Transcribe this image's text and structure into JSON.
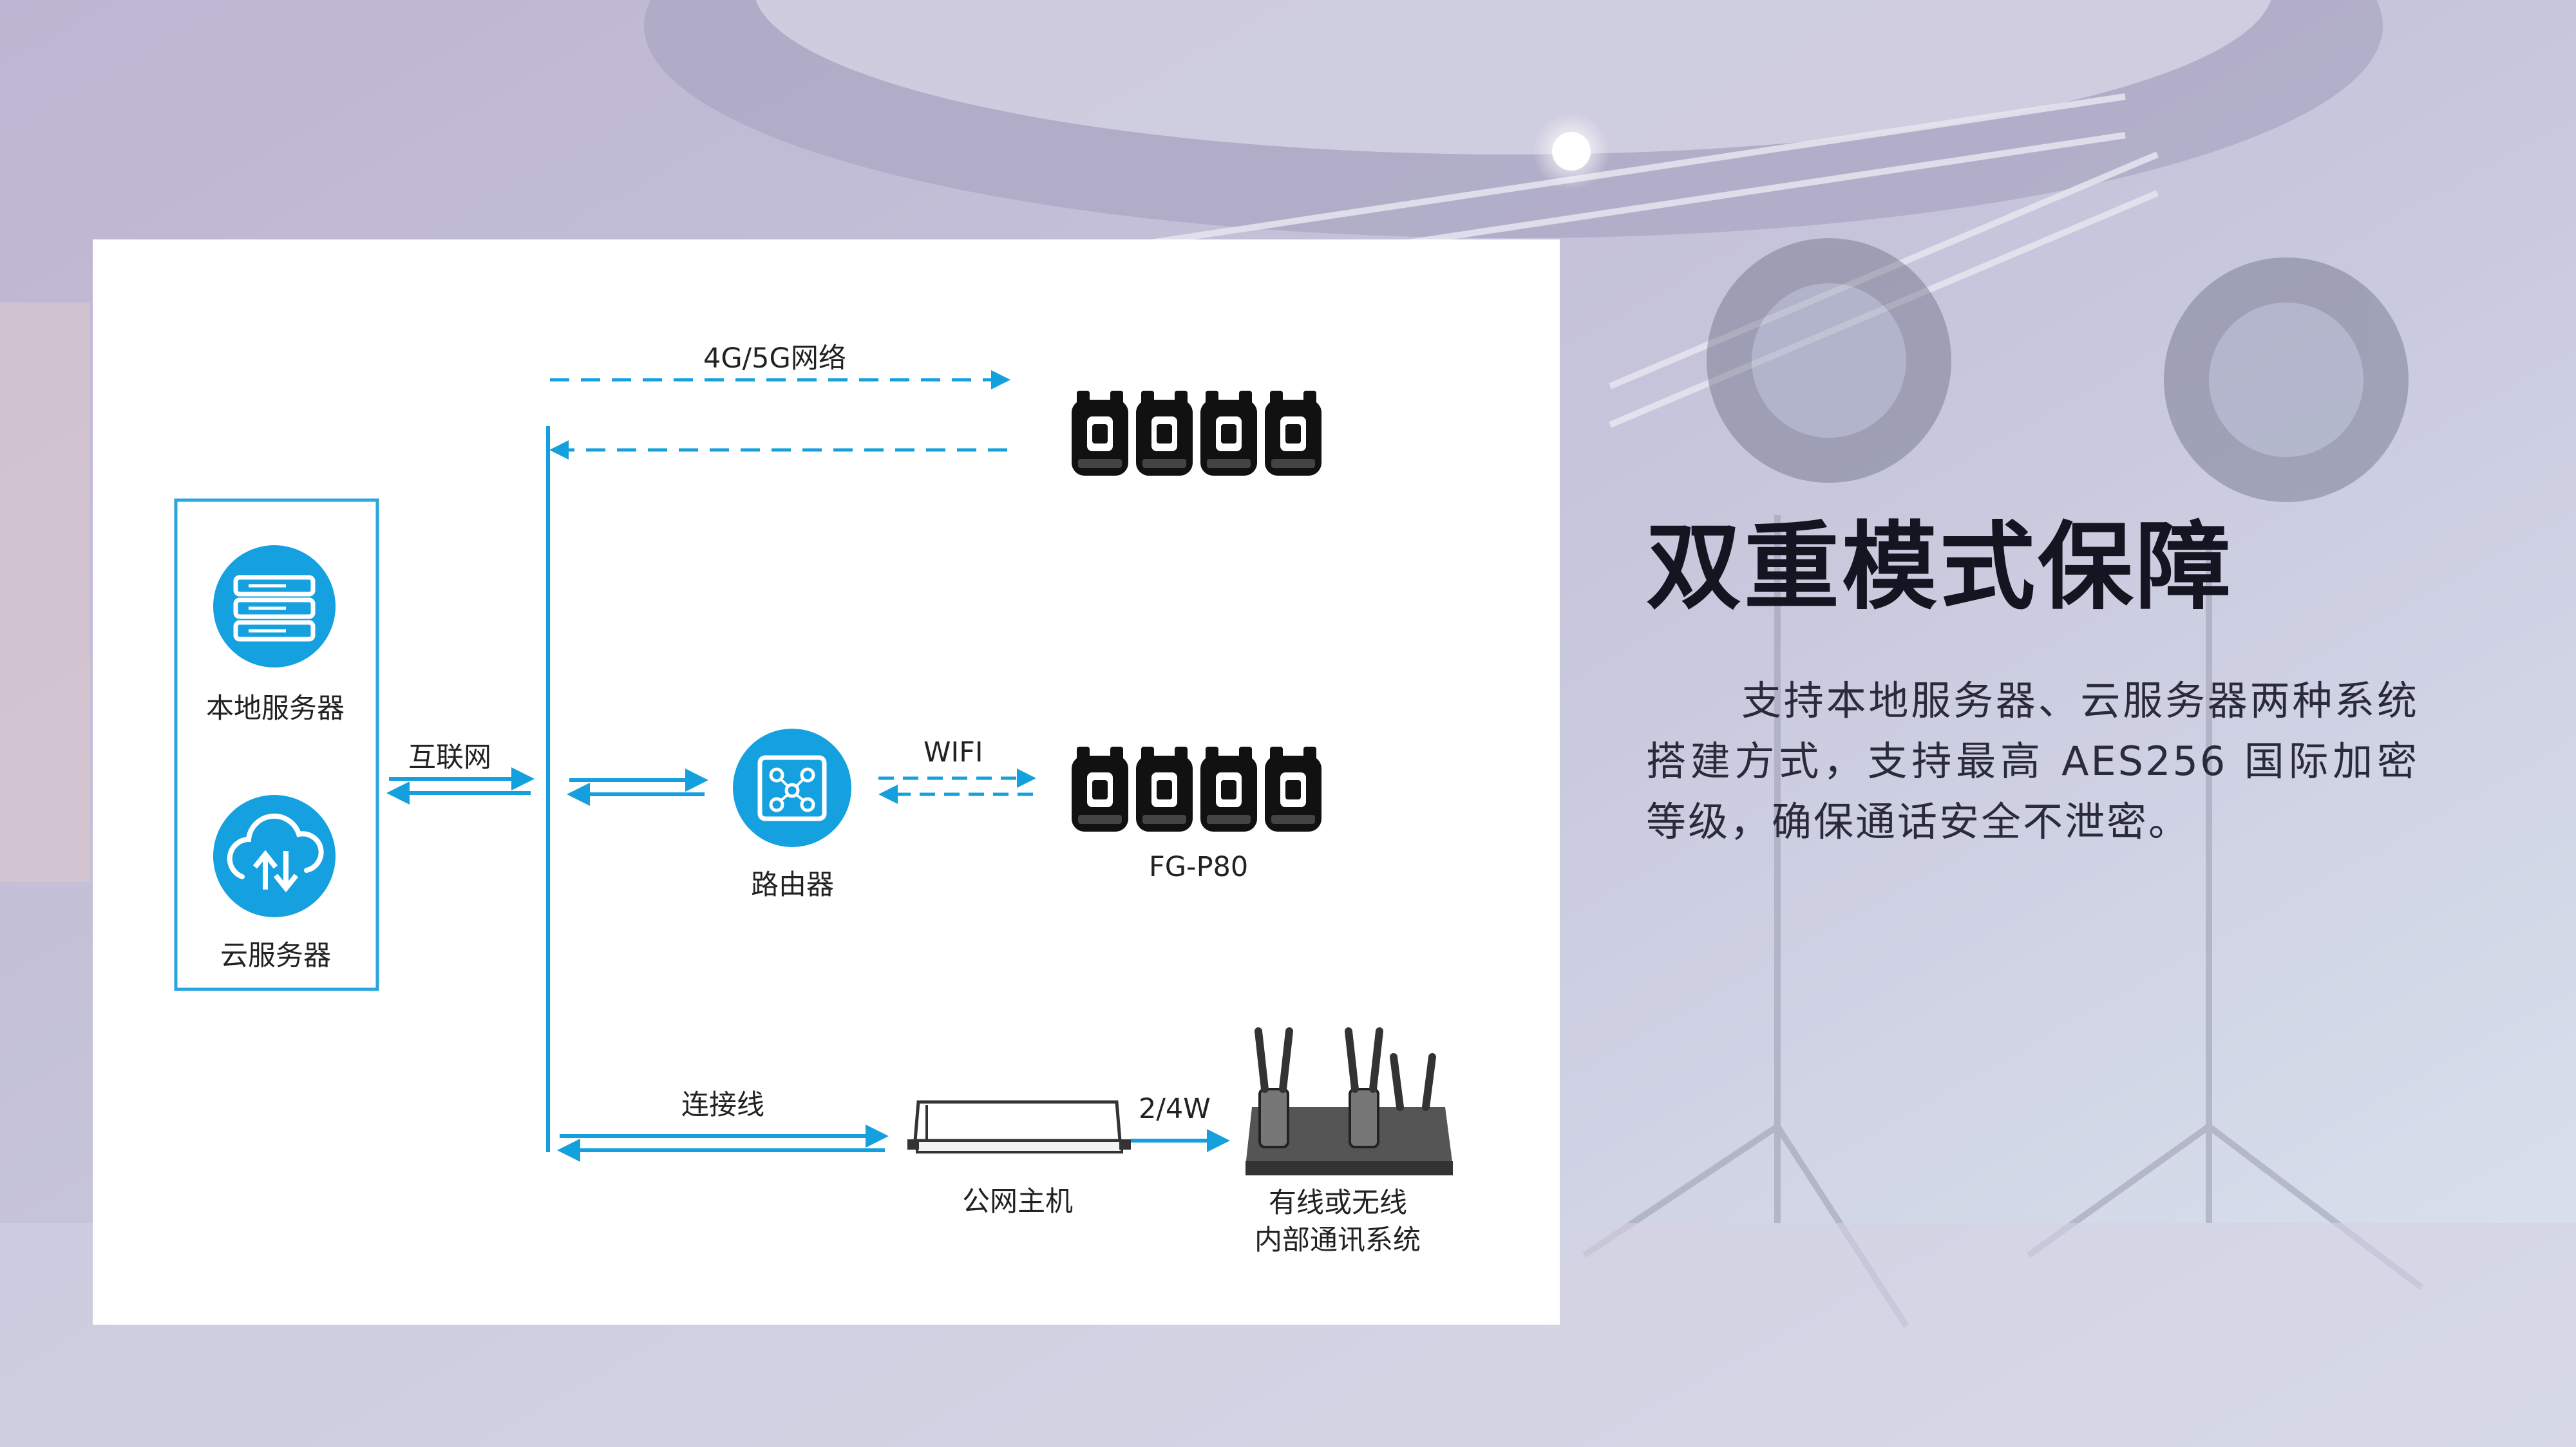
{
  "title": "双重模式保障",
  "description": "支持本地服务器、云服务器两种系统搭建方式，支持最高 AES256 国际加密等级，确保通话安全不泄密。",
  "colors": {
    "accent": "#1aa3e0",
    "line": "#13a0dc",
    "heading": "#151522"
  },
  "diagram": {
    "local_server": "本地服务器",
    "cloud_server": "云服务器",
    "internet": "互联网",
    "network_4g5g": "4G/5G网络",
    "wifi": "WIFI",
    "router": "路由器",
    "device_model": "FG-P80",
    "cable": "连接线",
    "wire_2_4w": "2/4W",
    "public_host": "公网主机",
    "intercom_line1": "有线或无线",
    "intercom_line2": "内部通讯系统"
  },
  "icons": [
    "server-icon",
    "cloud-upload-download-icon",
    "router-icon",
    "beltpack-icon",
    "host-unit-icon",
    "intercom-base-icon"
  ]
}
